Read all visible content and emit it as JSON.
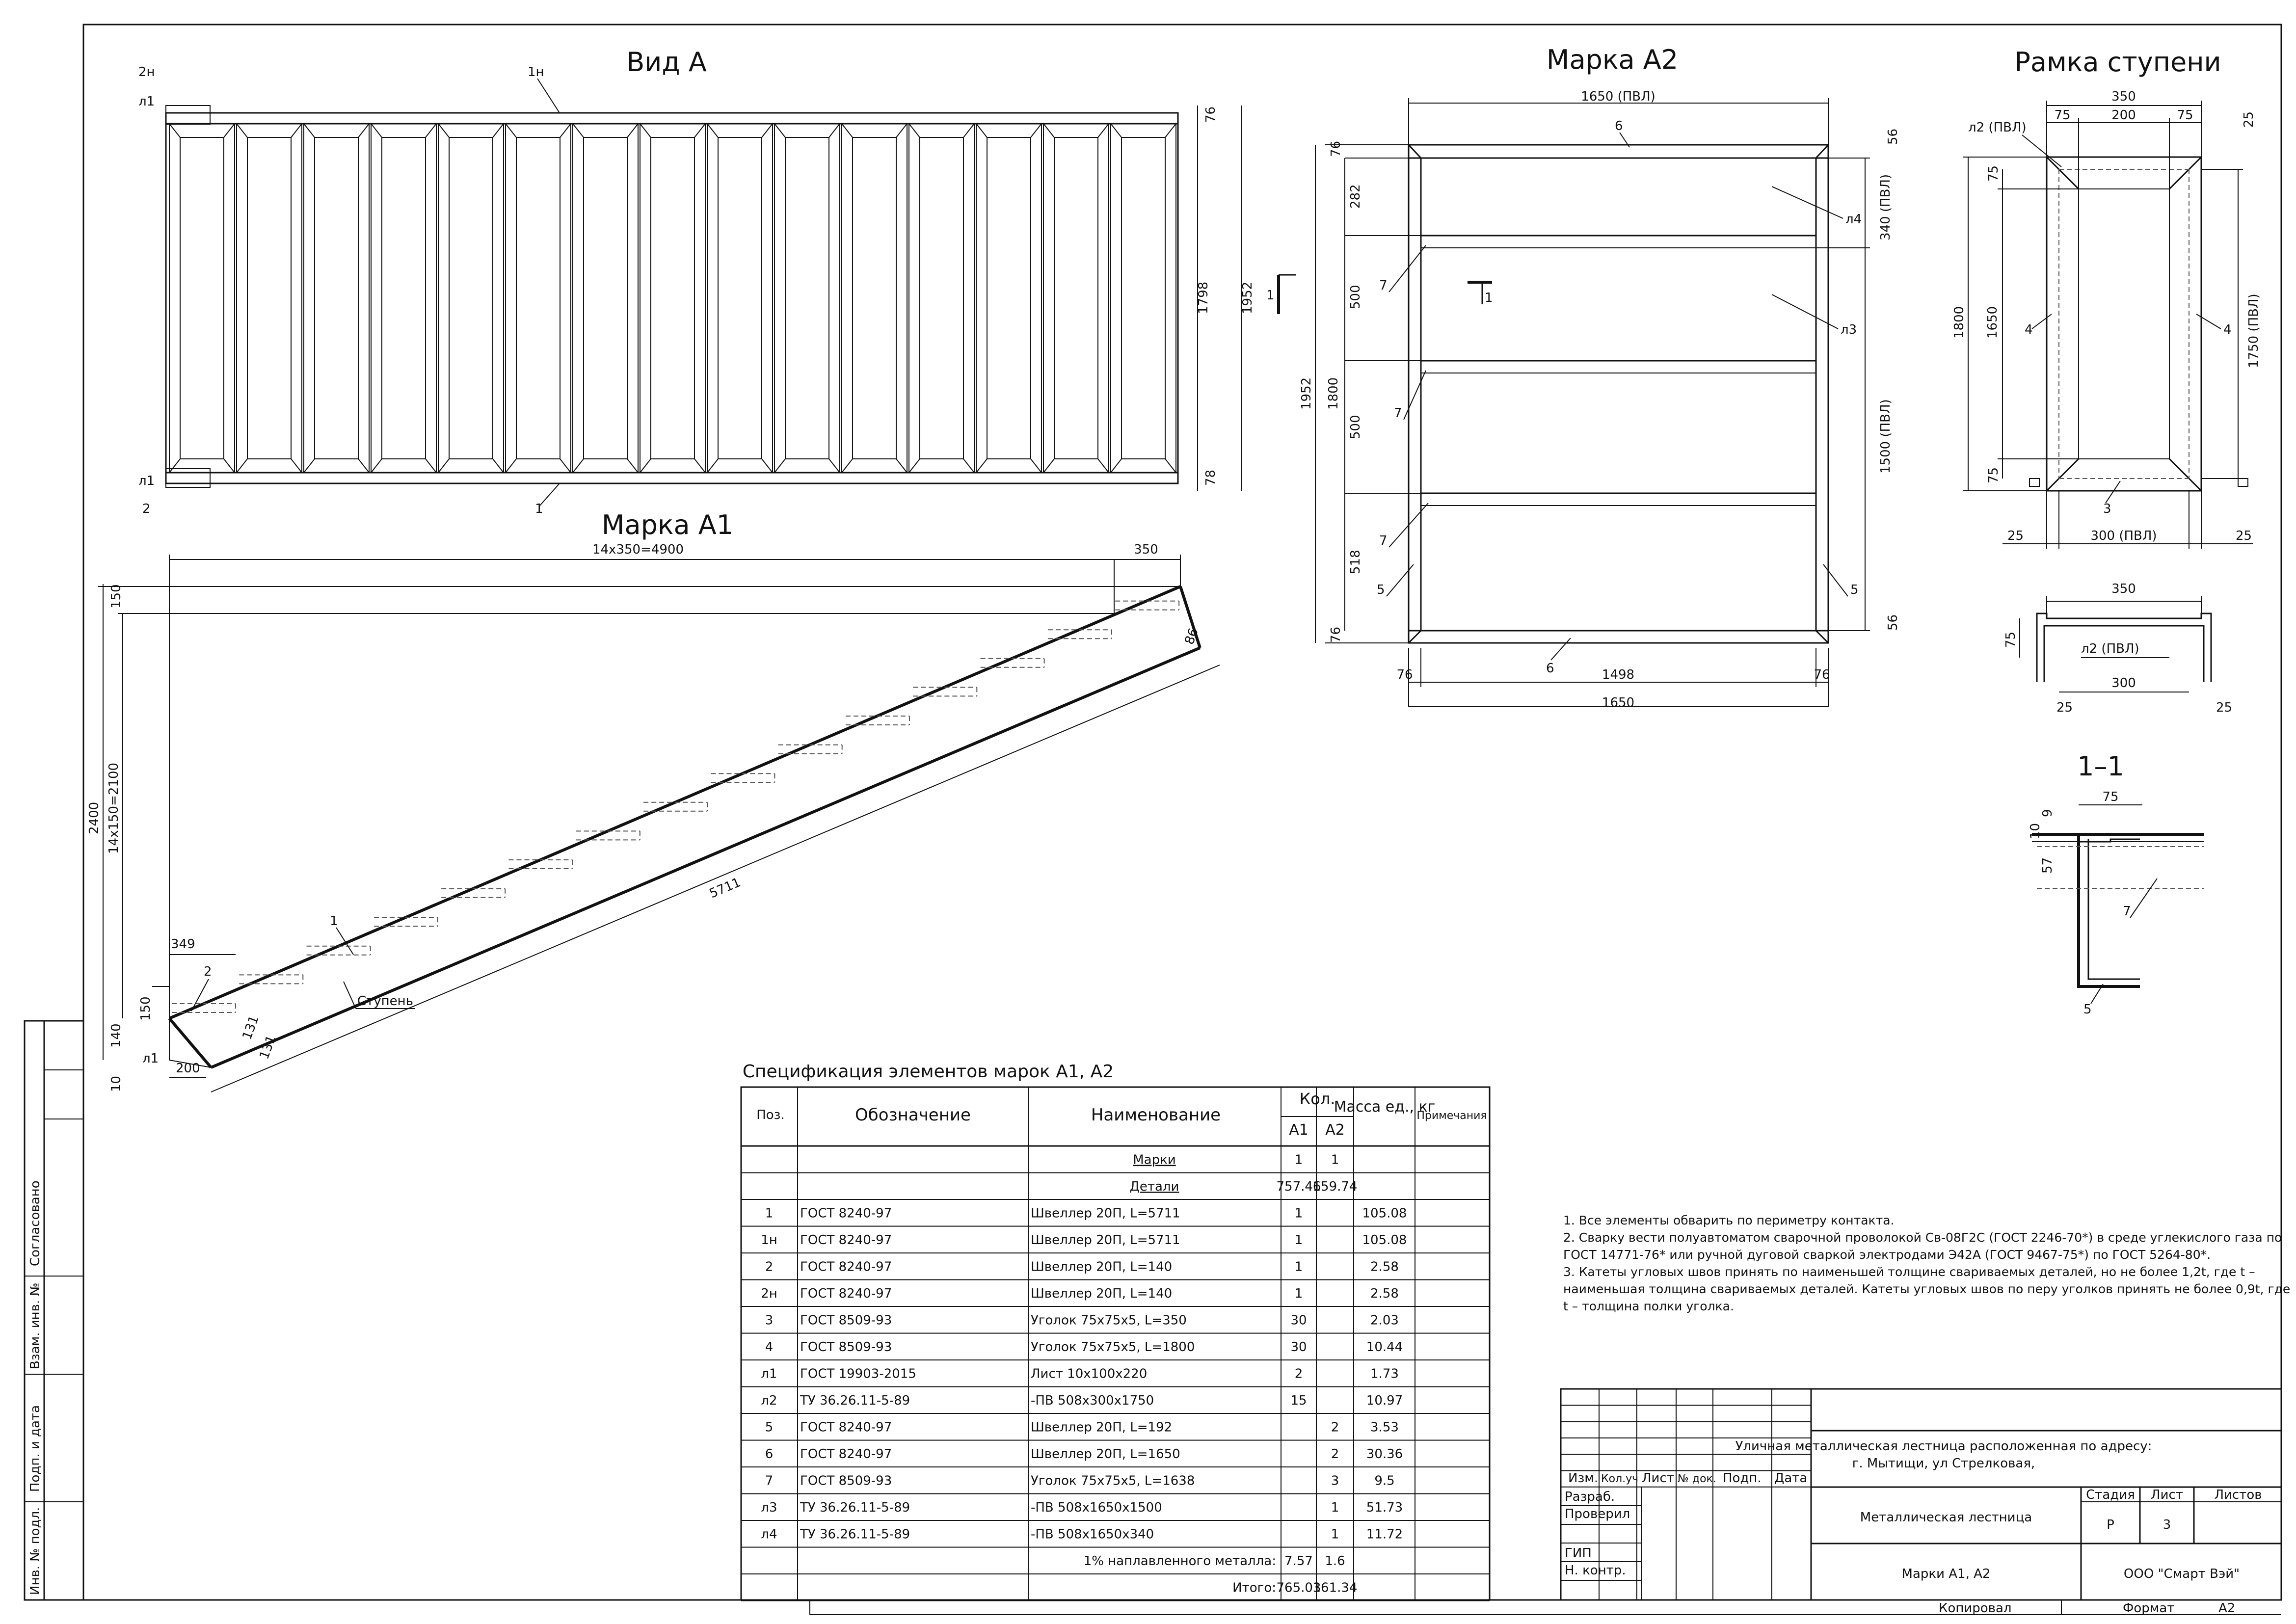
{
  "views": {
    "vid_a": {
      "title": "Вид А",
      "labels": [
        "2н",
        "1н",
        "л1",
        "л1",
        "2",
        "1"
      ],
      "dims": [
        "76",
        "78",
        "1798",
        "1952"
      ],
      "section": "1"
    },
    "marka_a1": {
      "title": "Марка А1",
      "dims": [
        "14х350=4900",
        "350",
        "150",
        "2400",
        "14х150=2100",
        "5711",
        "349",
        "150",
        "140",
        "10",
        "200",
        "131",
        "131",
        "86"
      ],
      "labels": [
        "1",
        "2",
        "Ступень",
        "л1"
      ]
    },
    "marka_a2": {
      "title": "Марка А2",
      "dims": [
        "1650 (ПВЛ)",
        "76",
        "282",
        "500",
        "500",
        "518",
        "76",
        "1952",
        "1800",
        "340 (ПВЛ)",
        "1500 (ПВЛ)",
        "56",
        "56",
        "76",
        "1498",
        "76",
        "1650"
      ],
      "labels": [
        "6",
        "л4",
        "л3",
        "7",
        "7",
        "7",
        "5",
        "5",
        "6",
        "1",
        "1"
      ]
    },
    "ramka": {
      "title": "Рамка ступени",
      "dims": [
        "350",
        "75",
        "200",
        "75",
        "25",
        "75",
        "75",
        "1800",
        "1650",
        "1750 (ПВЛ)",
        "25",
        "300 (ПВЛ)",
        "25"
      ],
      "labels": [
        "л2 (ПВЛ)",
        "4",
        "4",
        "3"
      ]
    },
    "ramka_section": {
      "dims": [
        "350",
        "75",
        "300",
        "25",
        "25"
      ],
      "labels": [
        "л2 (ПВЛ)"
      ]
    },
    "section_1_1": {
      "title": "1–1",
      "dims": [
        "75",
        "9",
        "10",
        "57"
      ],
      "labels": [
        "7",
        "5"
      ]
    }
  },
  "spec": {
    "title": "Спецификация элементов марок А1, А2",
    "headers": {
      "pos": "Поз.",
      "designation": "Обозначение",
      "name": "Наименование",
      "qty": "Кол.",
      "a1": "А1",
      "a2": "А2",
      "mass": "Масса ед., кг",
      "note": "Примечания"
    },
    "rows": [
      {
        "pos": "",
        "des": "",
        "name": "Марки",
        "a1": "1",
        "a2": "1",
        "mass": "",
        "note": "",
        "underline": true
      },
      {
        "pos": "",
        "des": "",
        "name": "Детали",
        "a1": "757.46",
        "a2": "159.74",
        "mass": "",
        "note": "",
        "underline": true
      },
      {
        "pos": "1",
        "des": "ГОСТ 8240-97",
        "name": "Швеллер 20П, L=5711",
        "a1": "1",
        "a2": "",
        "mass": "105.08",
        "note": ""
      },
      {
        "pos": "1н",
        "des": "ГОСТ 8240-97",
        "name": "Швеллер 20П, L=5711",
        "a1": "1",
        "a2": "",
        "mass": "105.08",
        "note": ""
      },
      {
        "pos": "2",
        "des": "ГОСТ 8240-97",
        "name": "Швеллер 20П, L=140",
        "a1": "1",
        "a2": "",
        "mass": "2.58",
        "note": ""
      },
      {
        "pos": "2н",
        "des": "ГОСТ 8240-97",
        "name": "Швеллер 20П, L=140",
        "a1": "1",
        "a2": "",
        "mass": "2.58",
        "note": ""
      },
      {
        "pos": "3",
        "des": "ГОСТ 8509-93",
        "name": "Уголок 75х75х5, L=350",
        "a1": "30",
        "a2": "",
        "mass": "2.03",
        "note": ""
      },
      {
        "pos": "4",
        "des": "ГОСТ 8509-93",
        "name": "Уголок 75х75х5, L=1800",
        "a1": "30",
        "a2": "",
        "mass": "10.44",
        "note": ""
      },
      {
        "pos": "л1",
        "des": "ГОСТ 19903-2015",
        "name": "Лист 10х100х220",
        "a1": "2",
        "a2": "",
        "mass": "1.73",
        "note": ""
      },
      {
        "pos": "л2",
        "des": "ТУ 36.26.11-5-89",
        "name": "-ПВ 508х300х1750",
        "a1": "15",
        "a2": "",
        "mass": "10.97",
        "note": ""
      },
      {
        "pos": "5",
        "des": "ГОСТ 8240-97",
        "name": "Швеллер 20П, L=192",
        "a1": "",
        "a2": "2",
        "mass": "3.53",
        "note": ""
      },
      {
        "pos": "6",
        "des": "ГОСТ 8240-97",
        "name": "Швеллер 20П, L=1650",
        "a1": "",
        "a2": "2",
        "mass": "30.36",
        "note": ""
      },
      {
        "pos": "7",
        "des": "ГОСТ 8509-93",
        "name": "Уголок 75х75х5, L=1638",
        "a1": "",
        "a2": "3",
        "mass": "9.5",
        "note": ""
      },
      {
        "pos": "л3",
        "des": "ТУ 36.26.11-5-89",
        "name": "-ПВ 508х1650х1500",
        "a1": "",
        "a2": "1",
        "mass": "51.73",
        "note": ""
      },
      {
        "pos": "л4",
        "des": "ТУ 36.26.11-5-89",
        "name": "-ПВ 508х1650х340",
        "a1": "",
        "a2": "1",
        "mass": "11.72",
        "note": ""
      }
    ],
    "weld_row": {
      "label": "1% наплавленного металла:",
      "a1": "7.57",
      "a2": "1.6"
    },
    "total_row": {
      "label": "Итого:",
      "a1": "765.03",
      "a2": "161.34"
    }
  },
  "notes": [
    "1.  Все элементы обварить по периметру контакта.",
    "2.  Сварку вести полуавтоматом сварочной проволокой Св-08Г2С (ГОСТ 2246-70*) в среде углекислого газа по",
    "ГОСТ 14771-76* или ручной дуговой сваркой электродами Э42А (ГОСТ 9467-75*) по ГОСТ 5264-80*.",
    "3.  Катеты угловых швов принять по наименьшей толщине свариваемых деталей, но не более 1,2t, где t –",
    "наименьшая толщина свариваемых деталей. Катеты угловых швов по перу уголков принять не более 0,9t, где",
    "t – толщина полки уголка."
  ],
  "stamp": {
    "project": "Уличная металлическая лестница расположенная по адресу:",
    "project2": "г. Мытищи, ул Стрелковая,",
    "cols": [
      "Изм.",
      "Кол.уч",
      "Лист",
      "№ док.",
      "Подп.",
      "Дата"
    ],
    "roles": [
      "Разраб.",
      "Проверил",
      "",
      "ГИП",
      "Н. контр."
    ],
    "object": "Металлическая лестница",
    "sheet_name": "Марки А1, А2",
    "stage_h": "Стадия",
    "sheet_h": "Лист",
    "sheets_h": "Листов",
    "stage": "Р",
    "sheet": "3",
    "company": "ООО \"Смарт Вэй\"",
    "copied": "Копировал",
    "format_label": "Формат",
    "format": "А2"
  },
  "side_stamp": [
    "Согласовано",
    "Взам. инв. №",
    "Подп. и дата",
    "Инв. № подл."
  ]
}
